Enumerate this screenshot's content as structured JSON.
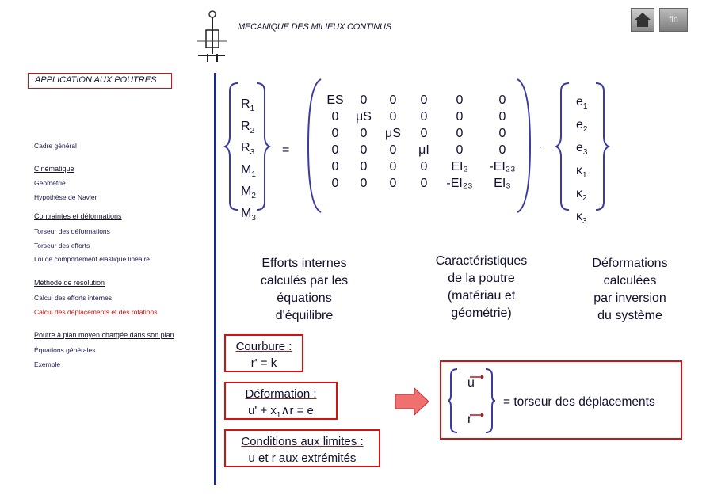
{
  "header": {
    "title": "MECANIQUE DES MILIEUX CONTINUS",
    "home_icon": "home-icon",
    "fin_label": "fin"
  },
  "sidebar": {
    "section_title": "APPLICATION AUX POUTRES",
    "items": [
      {
        "label": "Cadre général",
        "style": "normal"
      },
      {
        "label": "Cinématique",
        "style": "heading"
      },
      {
        "label": "Géométrie",
        "style": "normal"
      },
      {
        "label": "Hypothèse de Navier",
        "style": "normal"
      },
      {
        "label": "Contraintes et déformations",
        "style": "heading"
      },
      {
        "label": "Torseur des déformations",
        "style": "normal"
      },
      {
        "label": "Torseur des efforts",
        "style": "normal"
      },
      {
        "label": "Loi de comportement élastique linéaire",
        "style": "normal"
      },
      {
        "label": "Méthode de résolution",
        "style": "heading"
      },
      {
        "label": "Calcul des efforts internes",
        "style": "normal"
      },
      {
        "label": "Calcul des déplacements et des rotations",
        "style": "active"
      },
      {
        "label": "Poutre à plan moyen chargée dans son plan",
        "style": "heading"
      },
      {
        "label": "Équations générales",
        "style": "normal"
      },
      {
        "label": "Exemple",
        "style": "normal"
      }
    ]
  },
  "equation": {
    "lhs": [
      {
        "base": "R",
        "sub": "1"
      },
      {
        "base": "R",
        "sub": "2"
      },
      {
        "base": "R",
        "sub": "3"
      },
      {
        "base": "M",
        "sub": "1"
      },
      {
        "base": "M",
        "sub": "2"
      },
      {
        "base": "M",
        "sub": "3"
      }
    ],
    "equals": "=",
    "matrix": [
      [
        "ES",
        "0",
        "0",
        "0",
        "0",
        "0"
      ],
      [
        "0",
        "μS",
        "0",
        "0",
        "0",
        "0"
      ],
      [
        "0",
        "0",
        "μS",
        "0",
        "0",
        "0"
      ],
      [
        "0",
        "0",
        "0",
        "μI",
        "0",
        "0"
      ],
      [
        "0",
        "0",
        "0",
        "0",
        "EI₂",
        "-EI₂₃"
      ],
      [
        "0",
        "0",
        "0",
        "0",
        "-EI₂₃",
        "EI₃"
      ]
    ],
    "dot": ".",
    "rhs": [
      {
        "base": "e",
        "sub": "1"
      },
      {
        "base": "e",
        "sub": "2"
      },
      {
        "base": "e",
        "sub": "3"
      },
      {
        "base": "κ",
        "sub": "1"
      },
      {
        "base": "κ",
        "sub": "2"
      },
      {
        "base": "κ",
        "sub": "3"
      }
    ]
  },
  "captions": {
    "left": [
      "Efforts internes",
      "calculés par les",
      "équations",
      "d'équilibre"
    ],
    "middle": [
      "Caractéristiques",
      "de la poutre",
      "(matériau et",
      "géométrie)"
    ],
    "right": [
      "Déformations",
      "calculées",
      "par inversion",
      "du système"
    ]
  },
  "boxes": {
    "courbure": {
      "title": "Courbure :",
      "formula": "r' = k"
    },
    "deformation": {
      "title": "Déformation :",
      "formula_pre": "u' + x",
      "formula_sub": "1",
      "formula_post": "∧r = e"
    },
    "conditions": {
      "title": "Conditions aux limites :",
      "formula": "u et r aux extrémités"
    },
    "torseur": {
      "u": "u",
      "r": "r",
      "label": "= torseur des déplacements"
    }
  },
  "colors": {
    "accent_red": "#d41010",
    "accent_blue": "#1b2a88",
    "arrow_fill": "#f07070"
  }
}
